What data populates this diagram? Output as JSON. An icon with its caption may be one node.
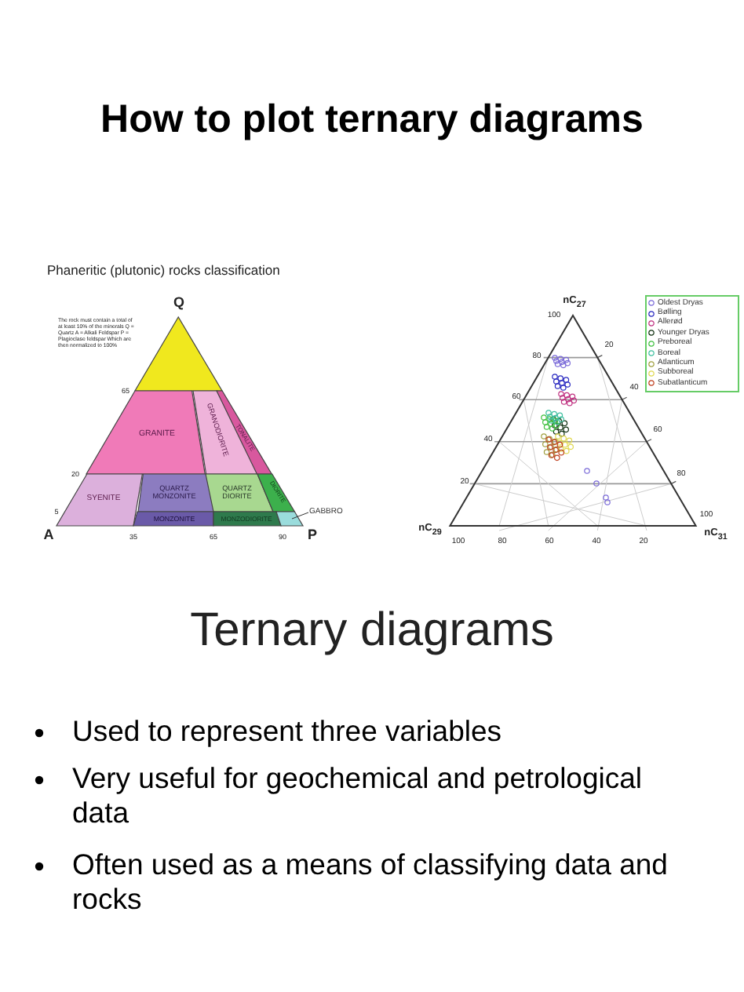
{
  "diagram": {
    "title": "How to plot ternary diagrams",
    "nodes": [
      {
        "text": [],
        "shape": "triangle"
      },
      {
        "text": [
          "GRANITE"
        ]
      },
      {
        "text": [
          "GRANODIORITE"
        ]
      },
      {
        "text": [
          "TONALITE"
        ]
      },
      {
        "text": [
          "SYENITE"
        ]
      },
      {
        "text": [
          "QUARTZ MONZONITE"
        ]
      },
      {
        "text": [
          "QUARTZ DIORITE"
        ]
      },
      {
        "text": [
          "DIORITE"
        ]
      },
      {
        "text": [
          "MONZONITE"
        ]
      },
      {
        "text": [
          "MONZODIORITE"
        ]
      },
      {
        "text": [
          "GABBRO"
        ]
      },
      {
        "text": [],
        "shape": "box"
      }
    ],
    "edges": [
      {
        "from": 10,
        "to": 11,
        "arrow": "none"
      }
    ],
    "labels": [
      "Phaneritic (plutonic) rocks classification",
      "Q",
      "The rock must contain a total of at least 10% of the minerals Q = Quartz A = Alkali Feldspar P = Plagioclase feldspar Which are then normalized to 100%",
      "65",
      "20",
      "5",
      "A",
      "35",
      "65",
      "90",
      "P",
      "nC$_{27}$",
      "100",
      "80",
      "60",
      "40",
      "20",
      "20",
      "40",
      "60",
      "80",
      "100",
      "nC$_{29}$",
      "nC$_{31}$",
      "100",
      "80",
      "60",
      "40",
      "20",
      "Ternary diagrams",
      "Used to represent three variables",
      "Very useful for geochemical and petrological data",
      "Often used as a means of classifying data and rocks"
    ],
    "legend": [
      {
        "text": "Oldest Dryas"
      },
      {
        "text": "Bølling"
      },
      {
        "text": "Allerød"
      },
      {
        "text": "Younger Dryas"
      },
      {
        "text": "Preboreal"
      },
      {
        "text": "Boreal"
      },
      {
        "text": "Atlanticum"
      },
      {
        "text": "Subboreal"
      },
      {
        "text": "Subatlanticum"
      }
    ]
  }
}
